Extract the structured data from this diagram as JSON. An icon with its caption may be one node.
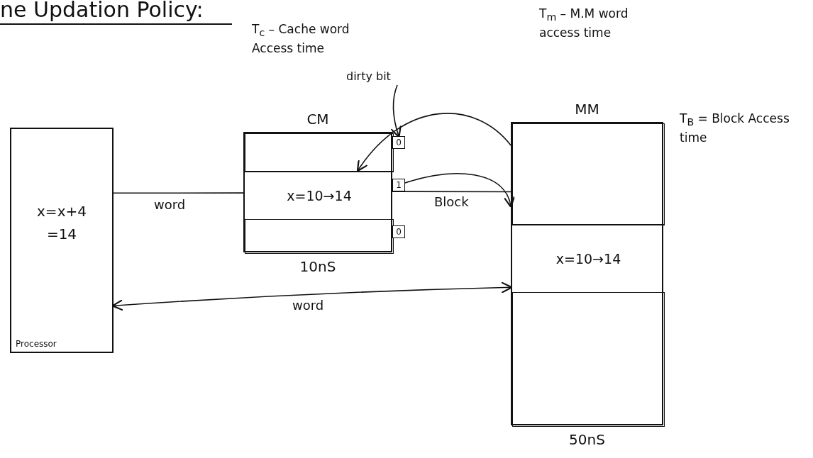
{
  "diagram": {
    "title": "ne Updation Policy:",
    "nodes": [
      {
        "text": [
          "x=x+4 =14",
          "Processor"
        ]
      },
      {
        "text": [
          "CM"
        ],
        "beside": [
          "10nS"
        ]
      },
      {
        "text": [],
        "shape": "box",
        "in": 1
      },
      {
        "text": [
          "x=10→14"
        ],
        "in": 1
      },
      {
        "text": [],
        "shape": "box",
        "in": 1
      },
      {
        "text": [
          "0"
        ]
      },
      {
        "text": [
          "1"
        ]
      },
      {
        "text": [
          "0"
        ]
      },
      {
        "text": [
          "dirty bit"
        ]
      },
      {
        "text": [
          "MM"
        ],
        "beside": [
          "50nS"
        ]
      },
      {
        "text": [],
        "shape": "box",
        "in": 9
      },
      {
        "text": [
          "x=10→14"
        ],
        "in": 9
      },
      {
        "text": [],
        "shape": "box",
        "in": 9
      }
    ],
    "edges": [
      {
        "from": 0,
        "to": 3,
        "arrow": "none",
        "label": "word"
      },
      {
        "from": 8,
        "to": 5,
        "arrow": "to"
      },
      {
        "from": 10,
        "to": 2,
        "arrow": "to"
      },
      {
        "from": 6,
        "to": 10,
        "arrow": "to"
      },
      {
        "from": 3,
        "to": 9,
        "arrow": "none",
        "label": "Block"
      },
      {
        "from": 11,
        "to": 0,
        "arrow": "both",
        "label": "word"
      }
    ],
    "labels": [
      "T$_{c}$ – Cache word Access time",
      "T$_{m}$ – M.M word access time",
      "T$_{B}$ = Block Access time"
    ]
  }
}
